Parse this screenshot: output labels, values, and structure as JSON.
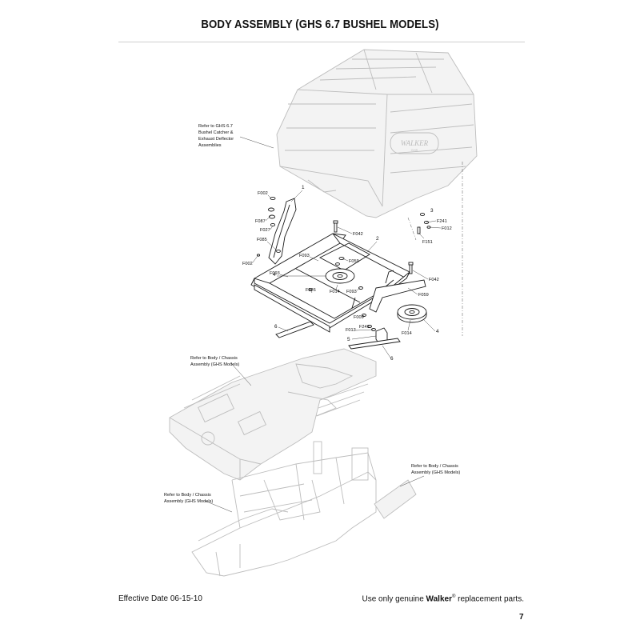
{
  "page": {
    "title": "BODY ASSEMBLY (GHS 6.7 BUSHEL MODELS)",
    "effective_date": "Effective Date 06-15-10",
    "notice_prefix": "Use only genuine ",
    "notice_brand": "Walker",
    "notice_mark": "®",
    "notice_suffix": " replacement parts.",
    "page_number": "7"
  },
  "diagram": {
    "references": [
      {
        "line1": "Refer to GHS 6.7",
        "line2": "Bushel Catcher &",
        "line3": "Exhaust Deflector",
        "line4": "Assemblies"
      },
      {
        "line1": "Refer to Body / Chassis",
        "line2": "Assembly (GHS Models)"
      },
      {
        "line1": "Refer to Body / Chassis",
        "line2": "Assembly (GHS Models)"
      },
      {
        "line1": "Refer to Body / Chassis",
        "line2": "Assembly (GHS Models)"
      }
    ],
    "catcher_logo": "WALKER",
    "catcher_logo_sub": "GHS",
    "callouts": {
      "n1": "1",
      "n2": "2",
      "n3": "3",
      "n4a": "4",
      "n4b": "4",
      "n5": "5",
      "n6a": "6",
      "n6b": "6",
      "f002a": "F002",
      "f087": "F087",
      "f027": "F027",
      "f085": "F085",
      "f002b": "F002",
      "f093a": "F093",
      "f093b": "F093",
      "f093c": "F093",
      "f042a": "F042",
      "f042b": "F042",
      "f059a": "F059",
      "f059b": "F059",
      "f026": "F026",
      "f014a": "F014",
      "f014b": "F014",
      "f009": "F009",
      "f013": "F013",
      "f241a": "F241",
      "f241b": "F241",
      "f012": "F012",
      "f151": "F151"
    }
  }
}
